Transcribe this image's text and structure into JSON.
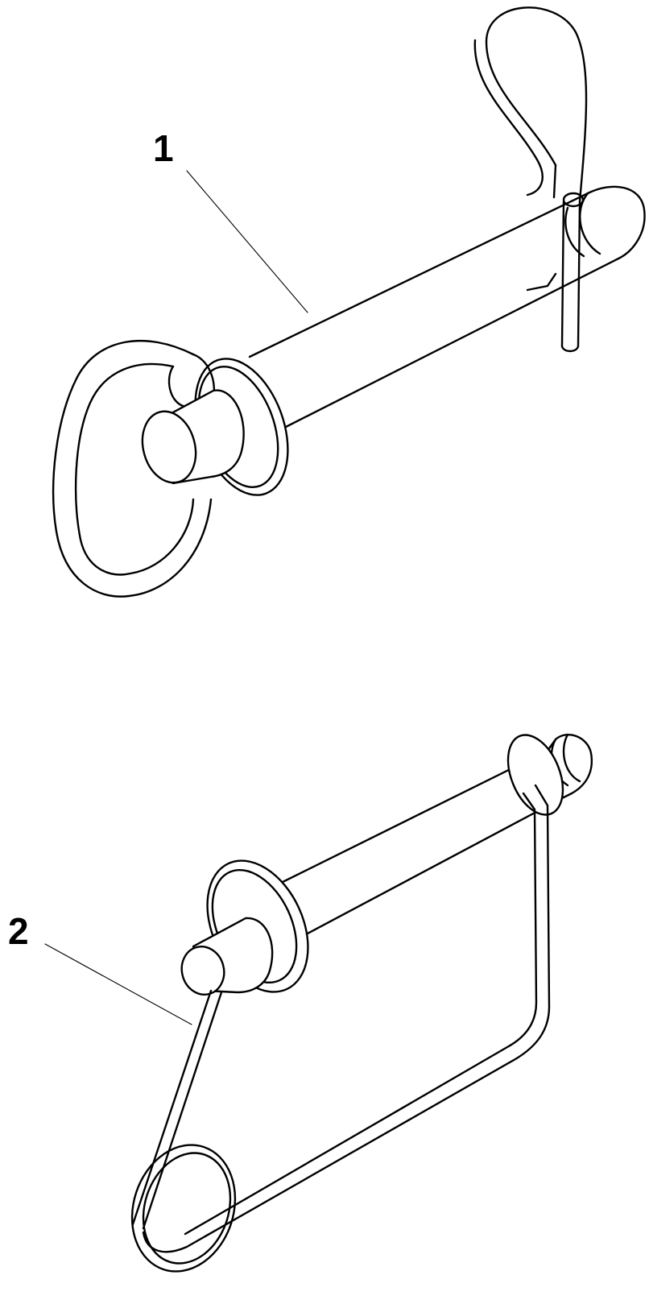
{
  "callouts": [
    {
      "id": "1",
      "label": "1"
    },
    {
      "id": "2",
      "label": "2"
    }
  ],
  "colors": {
    "background": "#ffffff",
    "line": "#000000"
  }
}
